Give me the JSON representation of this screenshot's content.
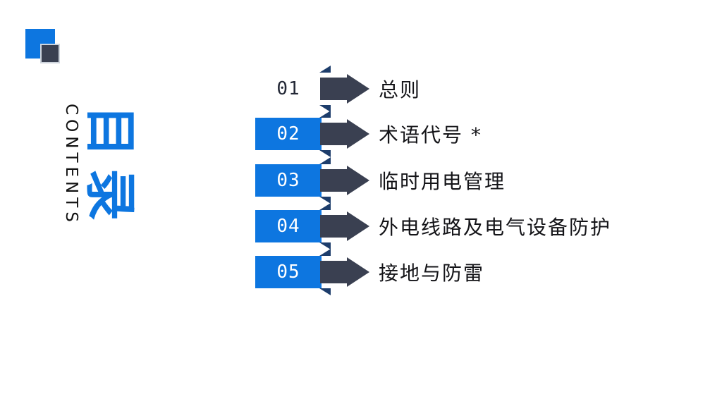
{
  "slide": {
    "title": {
      "zh": "目录",
      "en": "CONTENTS"
    },
    "toc": {
      "items": [
        {
          "num": "01",
          "label": "总则"
        },
        {
          "num": "02",
          "label": "术语代号 *"
        },
        {
          "num": "03",
          "label": "临时用电管理"
        },
        {
          "num": "04",
          "label": "外电线路及电气设备防护"
        },
        {
          "num": "05",
          "label": "接地与防雷"
        }
      ]
    },
    "colors": {
      "accent_blue": "#0d76e0",
      "arrow_dark": "#3a4051",
      "fold_navy": "#1d3d6b",
      "text_dark": "#141418"
    }
  }
}
